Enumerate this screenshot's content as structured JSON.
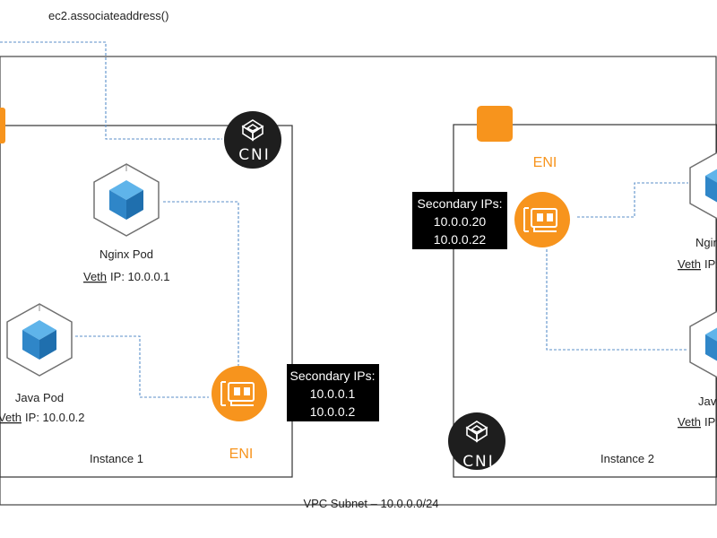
{
  "api_call": "ec2.associateaddress()",
  "vpc_subnet_label": "VPC Subnet – 10.0.0.0/24",
  "cni_label": "CNI",
  "eni_label": "ENI",
  "instance1": {
    "label": "Instance 1",
    "secondary_ips": {
      "title": "Secondary IPs:",
      "ips": [
        "10.0.0.1",
        "10.0.0.2"
      ]
    },
    "pods": [
      {
        "name": "Nginx Pod",
        "veth_prefix": "Veth",
        "veth_ip": "IP: 10.0.0.1"
      },
      {
        "name": "Java Pod",
        "veth_prefix": "Veth",
        "veth_ip": "IP: 10.0.0.2"
      }
    ]
  },
  "instance2": {
    "label": "Instance 2",
    "secondary_ips": {
      "title": "Secondary IPs:",
      "ips": [
        "10.0.0.20",
        "10.0.0.22"
      ]
    },
    "pods": [
      {
        "name": "Nginx",
        "veth_prefix": "Veth",
        "veth_ip": "IP:"
      },
      {
        "name": "Java",
        "veth_prefix": "Veth",
        "veth_ip": "IP:"
      }
    ]
  },
  "colors": {
    "orange": "#f7941d",
    "cube_blue": "#3a9bd8",
    "line_blue": "#5b8fc9",
    "dark": "#1e1e1e",
    "box_black": "#000000"
  }
}
